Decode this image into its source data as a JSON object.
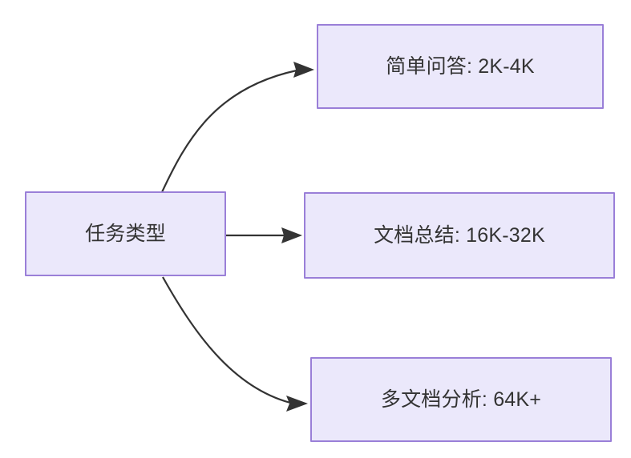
{
  "diagram": {
    "type": "flowchart",
    "direction": "left-to-right",
    "background_color": "#ffffff",
    "node_fill_color": "#ebe8fb",
    "node_border_color": "#9a7fd8",
    "node_text_color": "#333333",
    "edge_color": "#333333",
    "root": {
      "label": "任务类型"
    },
    "children": [
      {
        "label": "简单问答: 2K-4K"
      },
      {
        "label": "文档总结: 16K-32K"
      },
      {
        "label": "多文档分析: 64K+"
      }
    ],
    "edges": [
      {
        "from": "任务类型",
        "to": "简单问答: 2K-4K",
        "style": "curved",
        "arrow": "arrowhead-icon"
      },
      {
        "from": "任务类型",
        "to": "文档总结: 16K-32K",
        "style": "straight",
        "arrow": "arrowhead-icon"
      },
      {
        "from": "任务类型",
        "to": "多文档分析: 64K+",
        "style": "curved",
        "arrow": "arrowhead-icon"
      }
    ]
  }
}
